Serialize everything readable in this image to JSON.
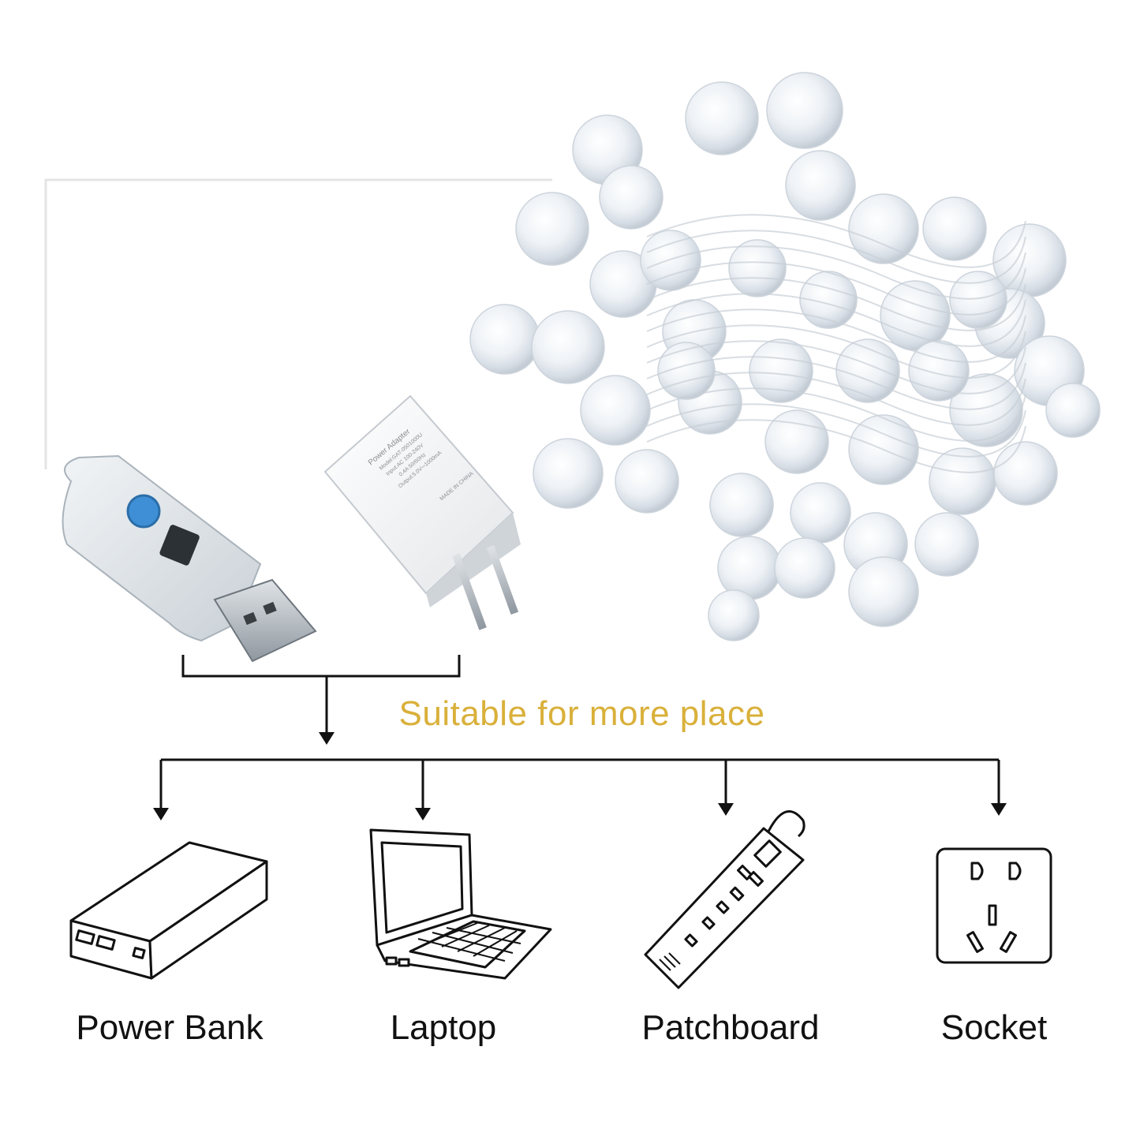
{
  "headline": "Suitable for more place",
  "adapter_text": {
    "title": "Power Adapter",
    "lines": [
      "Model:GAT-0501000U",
      "Input:AC 100-240V",
      "0.4A 50/60Hz",
      "Output:5.0V⎓1000mA"
    ],
    "made_in": "MADE IN CHINA"
  },
  "devices": [
    {
      "id": "power-bank",
      "label": "Power Bank",
      "icon": "power-bank-icon"
    },
    {
      "id": "laptop",
      "label": "Laptop",
      "icon": "laptop-icon"
    },
    {
      "id": "patchboard",
      "label": "Patchboard",
      "icon": "power-strip-icon"
    },
    {
      "id": "socket",
      "label": "Socket",
      "icon": "wall-socket-icon"
    }
  ],
  "colors": {
    "headline": "#d9b03a",
    "line": "#111111",
    "bulb": "#e8edf3"
  }
}
